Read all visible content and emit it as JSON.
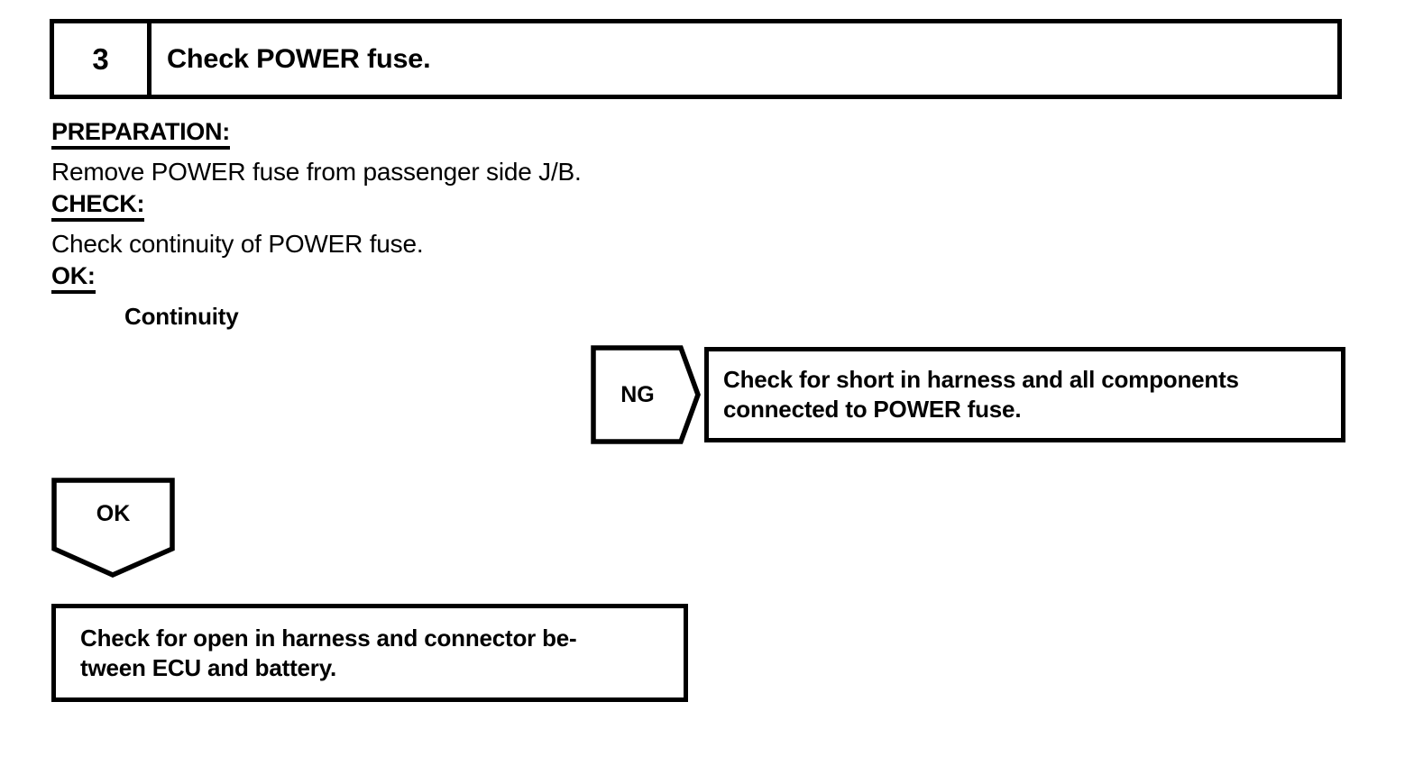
{
  "step": {
    "number": "3",
    "title": "Check POWER fuse."
  },
  "procedure": {
    "preparation_label": "PREPARATION:",
    "preparation_text": "Remove POWER fuse from passenger side J/B.",
    "check_label": "CHECK:",
    "check_text": "Check continuity of POWER fuse.",
    "ok_label": "OK:",
    "ok_result": "Continuity"
  },
  "branches": {
    "ng": {
      "label": "NG",
      "action": "Check for short in harness and all components\nconnected to POWER fuse."
    },
    "ok": {
      "label": "OK",
      "action": "Check for open in harness and connector be-\ntween ECU and battery."
    }
  },
  "colors": {
    "ink": "#000000",
    "paper": "#ffffff"
  }
}
